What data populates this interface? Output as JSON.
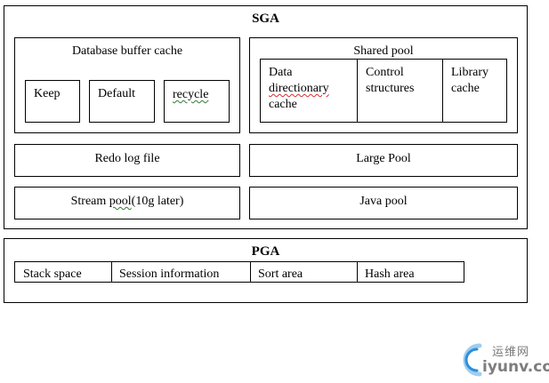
{
  "sga": {
    "title": "SGA",
    "database_buffer_cache": {
      "label": "Database buffer cache",
      "pools": [
        "Keep",
        "Default",
        "recycle"
      ]
    },
    "shared_pool": {
      "label": "Shared pool",
      "cells": [
        [
          "Data",
          "directionary",
          "cache"
        ],
        [
          "Control",
          "structures"
        ],
        [
          "Library",
          "cache"
        ]
      ]
    },
    "redo_log": "Redo log file",
    "large_pool": "Large Pool",
    "stream_pool": {
      "part1": "Stream ",
      "part2": "pool",
      "part3": "(10g later)"
    },
    "java_pool": "Java pool"
  },
  "pga": {
    "title": "PGA",
    "areas": [
      "Stack space",
      "Session information",
      "Sort area",
      "Hash area"
    ]
  },
  "watermark": {
    "cn": "运维网",
    "en": "iyunv.com",
    "colors": {
      "ring_blue": "#2f8fd8",
      "ring_light": "#9ecdf0",
      "text_gray": "#7d7d7d"
    }
  }
}
